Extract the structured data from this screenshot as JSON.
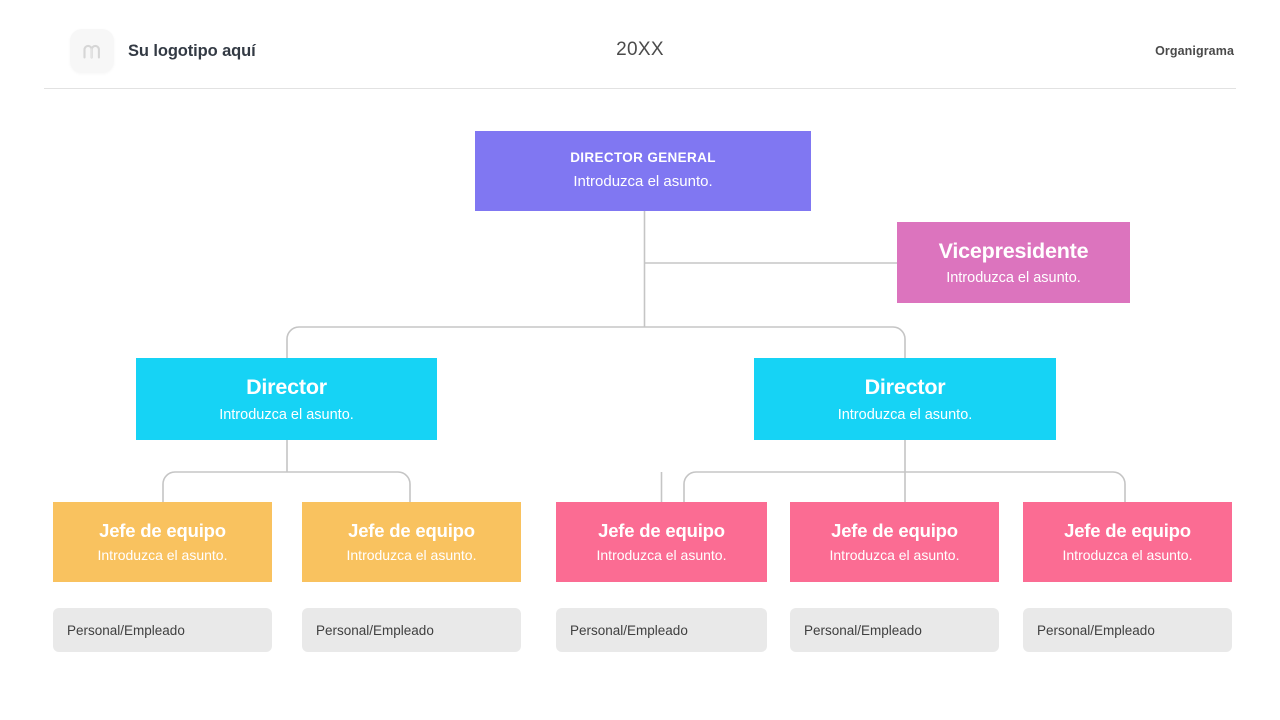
{
  "header": {
    "logo_icon": "monogram-logo-icon",
    "brand_name": "Su logotipo aquí",
    "year": "20XX",
    "deck_label": "Organigrama"
  },
  "colors": {
    "ceo": "#8077f2",
    "vicepresidente": "#dc74be",
    "director": "#16d3f5",
    "jefe_naranja": "#f9c25f",
    "jefe_rosa": "#fb6c93",
    "personal": "#e9e9e9",
    "connector": "#c5c5c5",
    "text_dark": "#333a44"
  },
  "chart": {
    "ceo": {
      "title": "DIRECTOR GENERAL",
      "subtitle": "Introduzca el asunto."
    },
    "vicepresidente": {
      "title": "Vicepresidente",
      "subtitle": "Introduzca el asunto."
    },
    "directors": [
      {
        "title": "Director",
        "subtitle": "Introduzca el asunto."
      },
      {
        "title": "Director",
        "subtitle": "Introduzca el asunto."
      }
    ],
    "team_leads": [
      {
        "title": "Jefe de equipo",
        "subtitle": "Introduzca el asunto.",
        "color": "naranja"
      },
      {
        "title": "Jefe de equipo",
        "subtitle": "Introduzca el asunto.",
        "color": "naranja"
      },
      {
        "title": "Jefe de equipo",
        "subtitle": "Introduzca el asunto.",
        "color": "rosa"
      },
      {
        "title": "Jefe de equipo",
        "subtitle": "Introduzca el asunto.",
        "color": "rosa"
      },
      {
        "title": "Jefe de equipo",
        "subtitle": "Introduzca el asunto.",
        "color": "rosa"
      }
    ],
    "staff": [
      {
        "label": "Personal/Empleado"
      },
      {
        "label": "Personal/Empleado"
      },
      {
        "label": "Personal/Empleado"
      },
      {
        "label": "Personal/Empleado"
      },
      {
        "label": "Personal/Empleado"
      }
    ]
  }
}
